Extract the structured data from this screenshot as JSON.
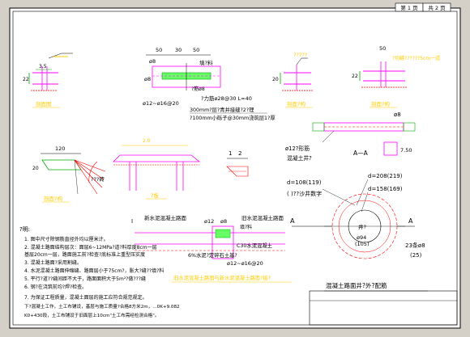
{
  "title_block": {
    "page_current": "第 1 页",
    "page_total": "共 2 页"
  },
  "details": {
    "d1_top": "3.5",
    "d1_left": "22",
    "d1_caption": "剖面图",
    "d2_dims": [
      "50",
      "30",
      "50"
    ],
    "d2_phi_a": "ø8",
    "d2_phi_b": "ø8",
    "d2_fill": "填?料",
    "d2_note1": "?筋ø8",
    "d2_rebar": "?力筋ø28@30 L=40",
    "d2_note2": "300mm?层?青并接缝?2?理",
    "d2_note3": "?100mm小砾子@30mm浇筑层1?厚",
    "d2_range": "ø12~ø16@20",
    "d3_label": "?????",
    "d3_left": "20",
    "d3_caption": "剖面?构",
    "d4_top": "50",
    "d4_label": "?切缝??????5cm一道",
    "d4_left": "22",
    "d4_caption": "剖面?构",
    "d5_dim": "120",
    "d5_dim2": "20",
    "d5_caption": "剖面?构",
    "d5_note": "???砖",
    "d6_top": "2.0",
    "d6_bottom": "?板",
    "d6_label1": "1",
    "d6_label2": "2",
    "d7_phi8": "ø8",
    "d7_phi12": "ø12?形筋",
    "d7_concrete": "混凝土井?",
    "d7_section": "A—A",
    "d7_dim": "7.50",
    "d8_d1": "d=108(119)",
    "d8_d2": "d=208(219)",
    "d8_d3": "d=158(169)",
    "d8_sand": "(   )??沙井数字",
    "d8_A1": "A",
    "d8_A2": "A",
    "d8_well": "井?",
    "d8_phi": "ø94",
    "d8_phi2": "(105)",
    "d8_count": "23条ø8",
    "d8_count2": "(25)",
    "d8_caption": "混凝土路面井?外?配筋",
    "d9_old": "新水泥混凝土路面",
    "d9_new": "旧水泥混凝土路面",
    "d9_phi12": "ø12",
    "d9_phi8": "ø8",
    "d9_fill": "填?料",
    "d9_label_c30": "C30水泥混凝土",
    "d9_60": "6%水泥?定碎石土基?",
    "d9_range": "ø12~ø16@20",
    "d9_note": "旧水泥混凝土路面与新水泥混凝土路面?接?",
    "d9_I": "I"
  },
  "notes": {
    "heading": "?明:",
    "lines": [
      "1. 图中尺寸除钢筋直径外均以厘米计。",
      "2. 混凝土路面结构层次：面层6~12MPa?道?料厚度8cm一层",
      "   基层20cm一层，路面施工前?检查?底标准上重型压实度",
      "3. 混凝土路面?采用割缝。",
      "4. 水泥混凝土路面伸缩缝、路面层小于75cm?，胀大?缝??填?料",
      "5. 平行?道??缝间距不大于，路面面积大于5m²?做???缝",
      "6. 钢?在浇筑前均?焊?检查。",
      "7. 为保证工程质量，混凝土面层的施工应符合规范规定。",
      "   下?混凝土工作，土工布铺设，基层与施工质量?合格8方米2m，...0K+9.082",
      "   K0+430段，土工布铺设于旧面层上10cm\"土工布需经检测合格\"。"
    ]
  }
}
